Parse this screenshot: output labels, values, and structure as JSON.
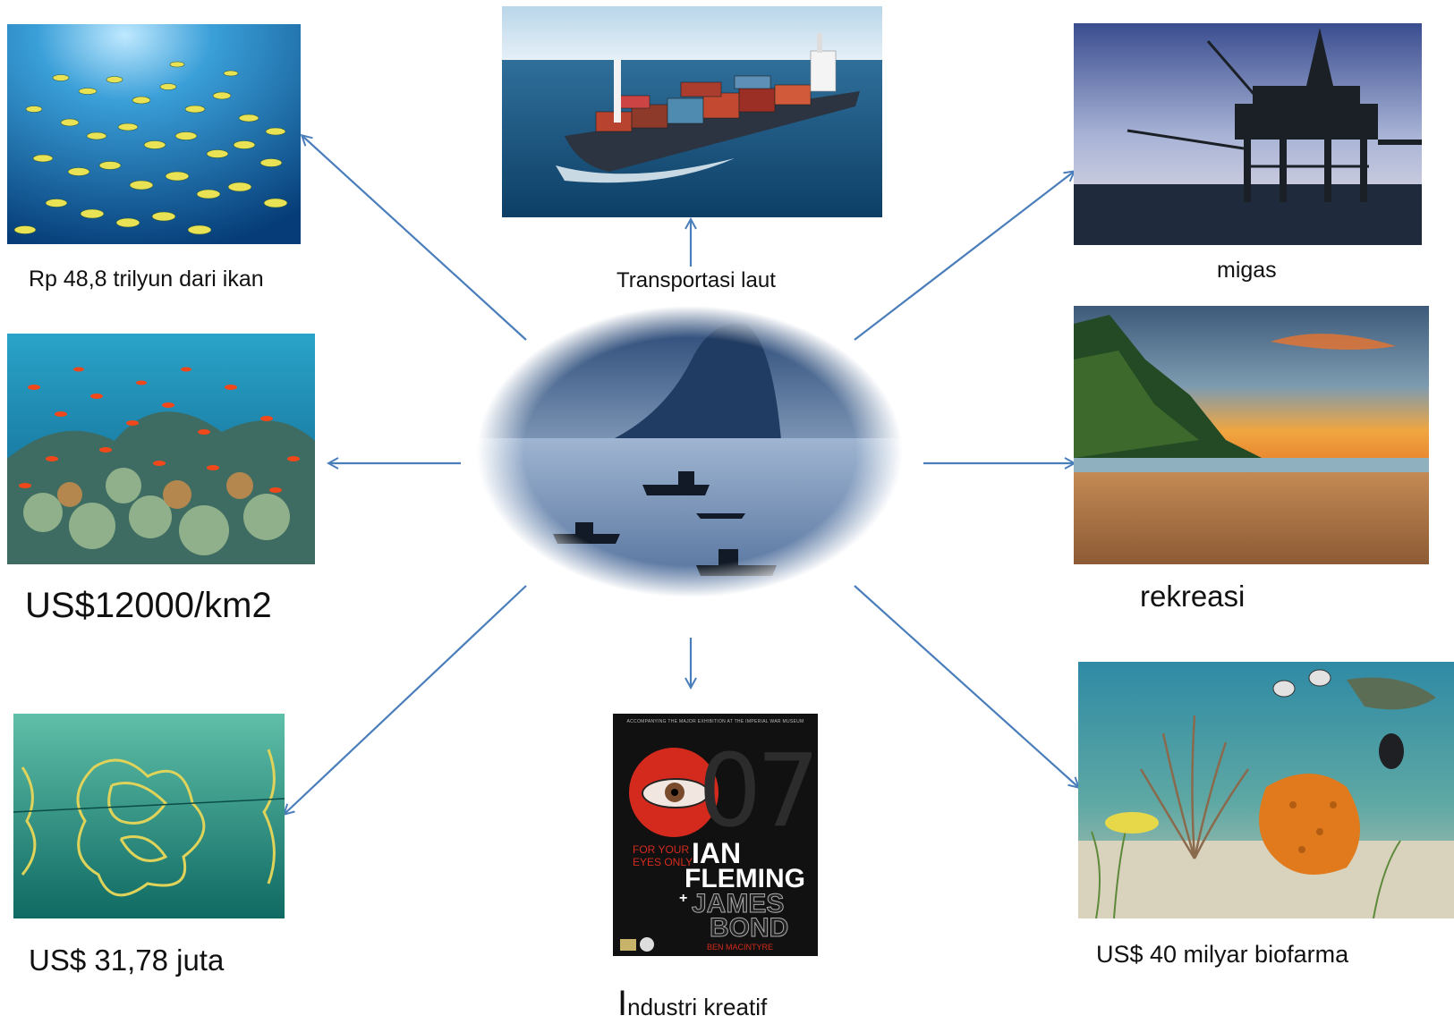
{
  "center": {
    "name": "ocean-with-fishing-boats"
  },
  "branches": {
    "fish": {
      "caption": "Rp 48,8 trilyun dari ikan"
    },
    "shipping": {
      "caption": "Transportasi laut"
    },
    "oil_gas": {
      "caption": "migas"
    },
    "coral": {
      "caption": "US$12000/km2"
    },
    "recreation": {
      "caption": "rekreasi"
    },
    "seaweed": {
      "caption": "US$ 31,78 juta"
    },
    "creative": {
      "caption_initial": "I",
      "caption_rest": "ndustri kreatif"
    },
    "biopharma": {
      "caption": "US$ 40 milyar biofarma"
    }
  },
  "book_cover": {
    "top_text": "ACCOMPANYING THE MAJOR EXHIBITION AT THE IMPERIAL WAR MUSEUM",
    "number": "07",
    "line1": "FOR YOUR",
    "line2": "EYES ONLY",
    "author_first": "IAN",
    "author_last": "FLEMING",
    "plus": "+",
    "subject_first": "JAMES",
    "subject_last": "BOND",
    "byline": "BEN MACINTYRE"
  },
  "colors": {
    "arrow": "#4a7ebb",
    "ocean": "#1e6aa8",
    "book_red": "#d42a1e"
  }
}
